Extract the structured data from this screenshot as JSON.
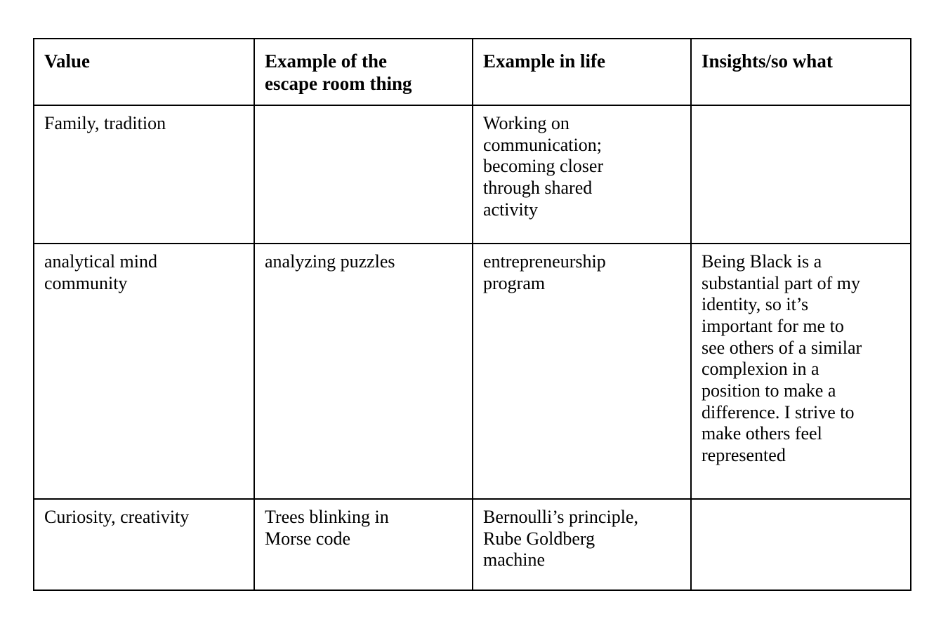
{
  "document": {
    "type": "table",
    "background_color": "#ffffff",
    "text_color": "#000000",
    "border_color": "#000000"
  },
  "table": {
    "columns": [
      {
        "key": "value",
        "header": "Value"
      },
      {
        "key": "escape_room",
        "header": "Example of the\nescape room thing"
      },
      {
        "key": "life",
        "header": "Example in life"
      },
      {
        "key": "insights",
        "header": "Insights/so what"
      }
    ],
    "rows": [
      {
        "value": "Family, tradition",
        "escape_room": "",
        "life": "Working on\ncommunication;\nbecoming closer\nthrough shared\nactivity",
        "insights": ""
      },
      {
        "value": "analytical mind\ncommunity",
        "escape_room": "analyzing puzzles",
        "life": "entrepreneurship\nprogram",
        "insights": "Being Black is a\nsubstantial part of my\nidentity, so it’s\nimportant for me to\nsee others of a similar\ncomplexion in a\nposition to make a\ndifference. I strive to\nmake others feel\nrepresented"
      },
      {
        "value": "Curiosity, creativity",
        "escape_room": "Trees blinking in\nMorse code",
        "life": "Bernoulli’s principle,\nRube Goldberg\nmachine",
        "insights": ""
      }
    ]
  }
}
